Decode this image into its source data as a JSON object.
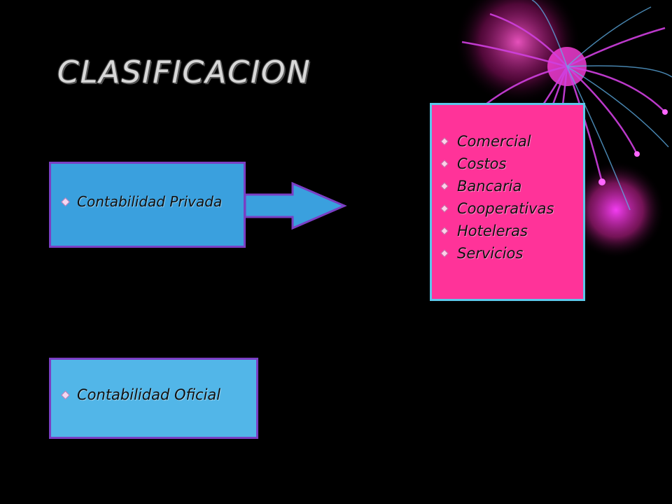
{
  "slide": {
    "title": "CLASIFICACION",
    "left_boxes": [
      {
        "label": "Contabilidad Privada"
      },
      {
        "label": "Contabilidad Oficial"
      }
    ],
    "private_types": [
      "Comercial",
      "Costos",
      "Bancaria",
      "Cooperativas",
      "Hoteleras",
      "Servicios"
    ],
    "colors": {
      "background": "#000000",
      "blue_box": "#3aa0de",
      "pink_box": "#ff3399",
      "border_purple": "#7a3fc4",
      "arrow_fill": "#3aa0de"
    },
    "decoration": "firework-burst"
  }
}
